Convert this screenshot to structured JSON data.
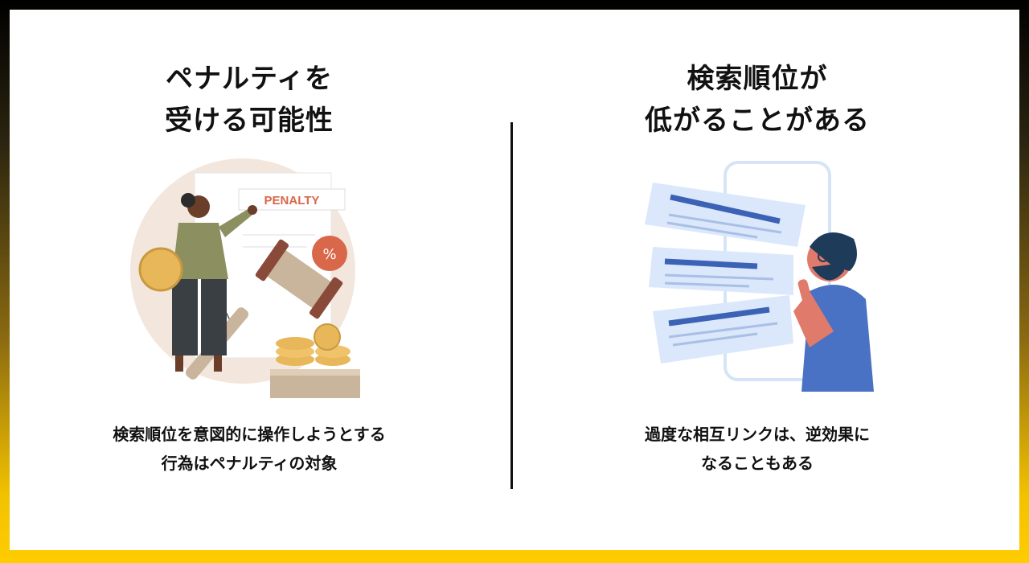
{
  "left": {
    "heading_line1": "ペナルティを",
    "heading_line2": "受ける可能性",
    "illustration_label": "PENALTY",
    "caption_line1": "検索順位を意図的に操作しようとする",
    "caption_line2": "行為はペナルティの対象"
  },
  "right": {
    "heading_line1": "検索順位が",
    "heading_line2": "低がることがある",
    "caption_line1": "過度な相互リンクは、逆効果に",
    "caption_line2": "なることもある"
  },
  "colors": {
    "frame_top": "#000000",
    "frame_bottom": "#ffcc00",
    "penalty_red": "#d9674a",
    "coin_gold": "#e8b75a",
    "card_blue": "#dbe8fb",
    "line_blue": "#3b62b5",
    "shirt_blue": "#4a72c4",
    "skin": "#e07a6a"
  }
}
